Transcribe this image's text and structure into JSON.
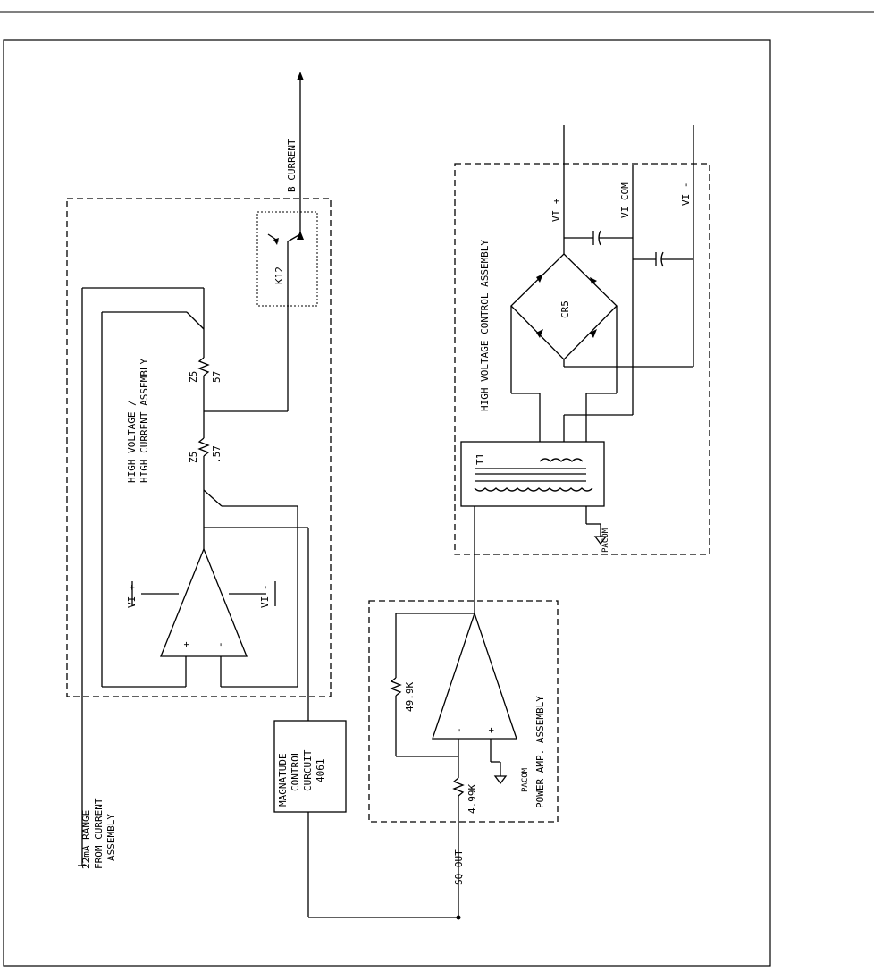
{
  "labels": {
    "range_line1": "22mA RANGE",
    "range_line2": "FROM CURRENT",
    "range_line3": "ASSEMBLY",
    "b_current": "B CURRENT",
    "hv_title_1": "HIGH VOLTAGE /",
    "hv_title_2": "HIGH CURRENT ASSEMBLY",
    "vi_plus": "VI +",
    "vi_minus": "VI -",
    "z5_top": "Z5",
    "z5_top_val": ".57",
    "z5_bot": "Z5",
    "z5_bot_val": "57",
    "k12": "K12",
    "mag_1": "MAGNATUDE",
    "mag_2": "CONTROL",
    "mag_3": "CURCUIT",
    "mag_4": "4061",
    "r49": "49.9K",
    "r499": "4.99K",
    "pacom1": "PACOM",
    "pacom2": "PACOM",
    "pa_title": "POWER AMP. ASSEMBLY",
    "sq_out": "SQ OUT",
    "hvc_title": "HIGH VOLTAGE CONTROL ASSEMBLY",
    "t1": "T1",
    "cr5": "CR5",
    "vi_plus_r": "VI +",
    "vi_com": "VI COM",
    "vi_minus_r": "VI -",
    "opamp_plus": "+",
    "opamp_minus": "-",
    "pa_plus": "+",
    "pa_minus": "-"
  }
}
